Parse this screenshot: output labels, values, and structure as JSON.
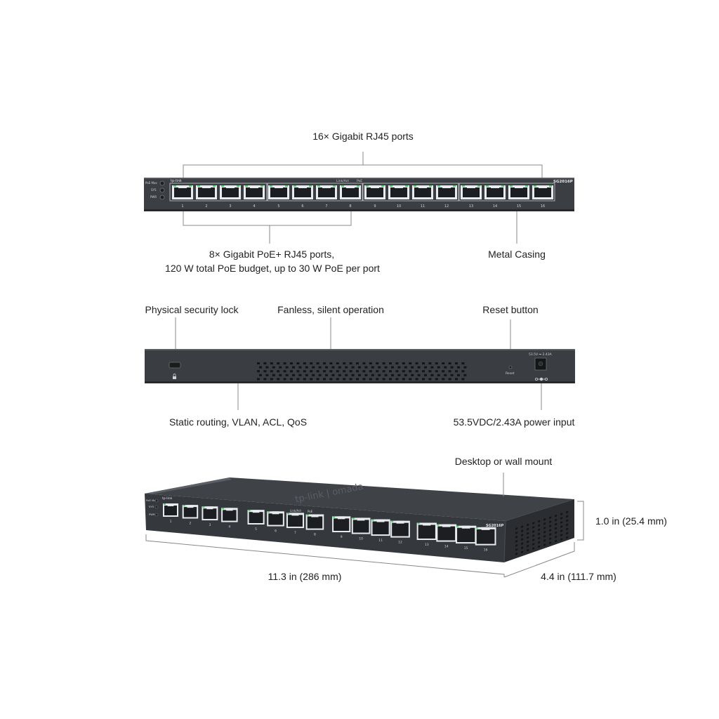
{
  "product": {
    "brand": "tp-link",
    "model": "SG2016P",
    "brand_top": "tp-link | omada",
    "colors": {
      "chassis": "#3c3f43",
      "chassis_dark": "#2a2c2f",
      "port": "#e9ecee",
      "led_green": "#4fd36a"
    }
  },
  "front": {
    "led_labels": [
      "PoE Max",
      "SYS",
      "PWR"
    ],
    "header_labels": [
      "Link/Act",
      "PoE"
    ],
    "port_numbers": [
      "1",
      "2",
      "3",
      "4",
      "5",
      "6",
      "7",
      "8",
      "9",
      "10",
      "11",
      "12",
      "13",
      "14",
      "15",
      "16"
    ],
    "callouts": {
      "ports_all": "16× Gigabit RJ45 ports",
      "poe_line1": "8× Gigabit PoE+ RJ45 ports,",
      "poe_line2": "120 W total PoE budget, up to 30 W PoE per port",
      "casing": "Metal Casing"
    }
  },
  "rear": {
    "power_rating": "53.5V ⎓ 2.43A",
    "reset_label": "Reset",
    "callouts": {
      "lock": "Physical security lock",
      "fanless": "Fanless, silent operation",
      "reset": "Reset button",
      "routing": "Static routing, VLAN, ACL, QoS",
      "power": "53.5VDC/2.43A power input"
    }
  },
  "isometric": {
    "callouts": {
      "mount": "Desktop or wall mount",
      "height": "1.0 in (25.4 mm)",
      "width": "11.3 in (286 mm)",
      "depth": "4.4 in (111.7 mm)"
    }
  }
}
